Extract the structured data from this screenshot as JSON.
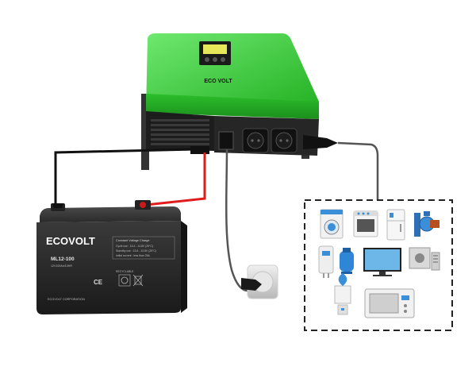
{
  "inverter": {
    "brand": "ECO VOLT",
    "body_color": "#3bd33b"
  },
  "battery": {
    "brand": "ECOVOLT",
    "model": "ML12-100",
    "capacity": "12V100Ah/10HR",
    "charge_table_title": "Constant Voltage Charge",
    "charge_rows": [
      "Cycle use : 14.4 - 14.8V (25°C)",
      "Standby use : 13.6 - 13.8V (25°C)",
      "Initial current : less than 25A"
    ],
    "corporation": "ECOVOLT CORPORATION",
    "recycle_label": "RECYCLABLE",
    "ce_mark": "CE"
  },
  "appliances": [
    {
      "name": "washing-machine-icon"
    },
    {
      "name": "oven-icon"
    },
    {
      "name": "refrigerator-icon"
    },
    {
      "name": "water-pump-icon"
    },
    {
      "name": "water-heater-icon"
    },
    {
      "name": "gas-cylinder-heater-icon"
    },
    {
      "name": "television-icon"
    },
    {
      "name": "electric-panel-icon"
    },
    {
      "name": "water-cooler-icon"
    },
    {
      "name": "microwave-icon"
    }
  ],
  "colors": {
    "positive_wire": "#e01b1b",
    "negative_wire": "#111111",
    "ac_wire": "#555555",
    "accent_blue": "#3a8fd8"
  }
}
